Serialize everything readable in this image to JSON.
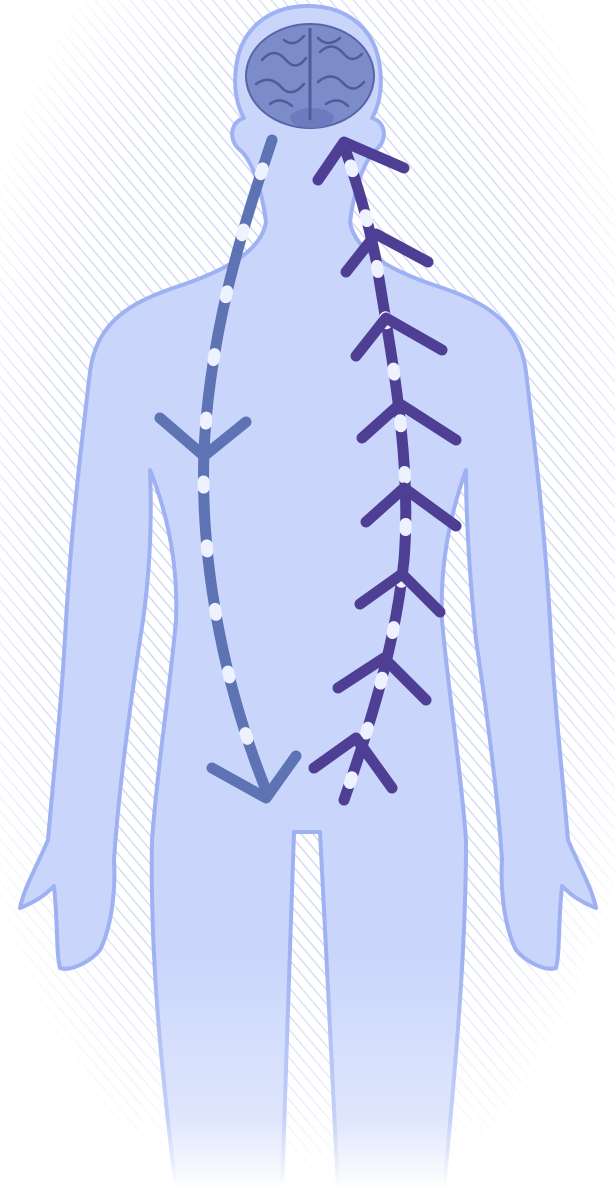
{
  "palette": {
    "background": "#ffffff",
    "hatch": "#b9c6ef",
    "body_fill": "#c9d5fb",
    "body_outline": "#9db1f3",
    "brain_fill": "#7c8ccb",
    "brain_fold": "#5865a7",
    "descending_path": "#5d73b3",
    "ascending_path": "#4e3f94",
    "dash_gap": "#eef2ff"
  },
  "figure": {
    "subject": "human-body-front-view",
    "organ": "brain-icon"
  },
  "pathways": [
    {
      "id": "descending",
      "direction": "down",
      "side": "left",
      "color_key": "descending_path",
      "arrowheads": 2
    },
    {
      "id": "ascending",
      "direction": "up",
      "side": "right",
      "color_key": "ascending_path",
      "arrowheads": 8
    }
  ]
}
